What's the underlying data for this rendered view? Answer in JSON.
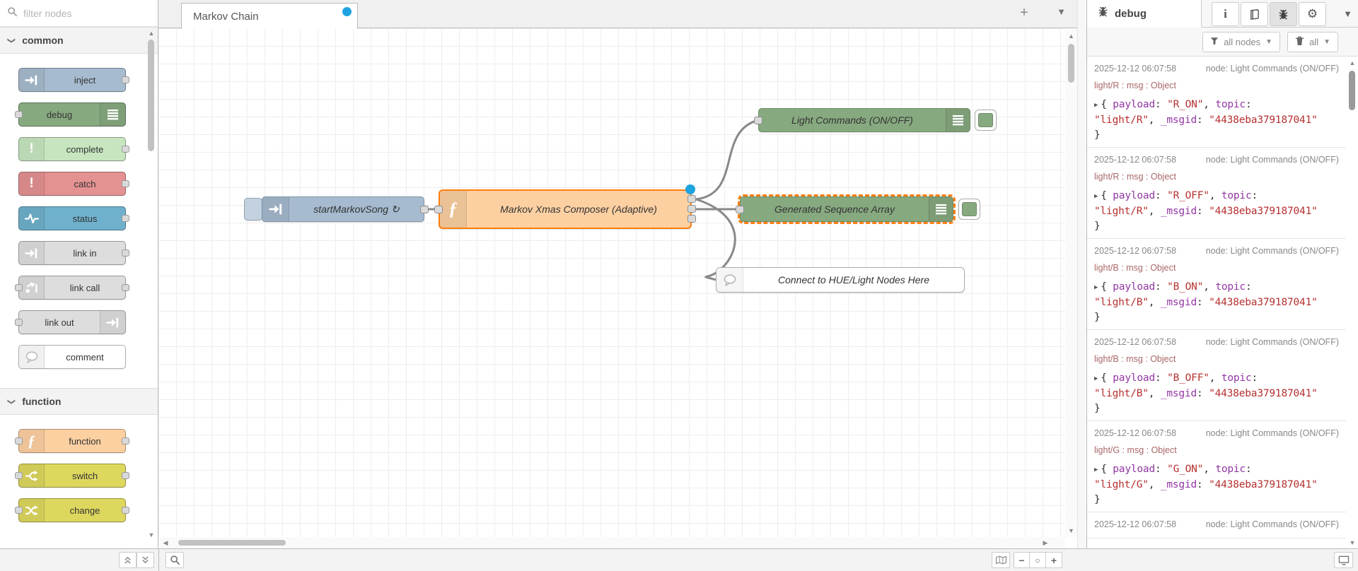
{
  "palette": {
    "search": {
      "placeholder": "filter nodes"
    },
    "categories": [
      {
        "label": "common",
        "items": [
          {
            "label": "inject",
            "color": "#a6bbcf",
            "icon": "arrow-in-icon",
            "icon_side": "left",
            "ports": "right"
          },
          {
            "label": "debug",
            "color": "#87a980",
            "icon": "list-icon",
            "icon_side": "right",
            "ports": "left"
          },
          {
            "label": "complete",
            "color": "#c7e6c0",
            "icon": "exclamation-icon",
            "icon_side": "left",
            "ports": "right"
          },
          {
            "label": "catch",
            "color": "#e49191",
            "icon": "exclamation-icon",
            "icon_side": "left",
            "ports": "right"
          },
          {
            "label": "status",
            "color": "#6fb1cc",
            "icon": "status-icon",
            "icon_side": "left",
            "ports": "right"
          },
          {
            "label": "link in",
            "color": "#dddddd",
            "icon": "link-in-icon",
            "icon_side": "left",
            "ports": "right"
          },
          {
            "label": "link call",
            "color": "#dddddd",
            "icon": "link-call-icon",
            "icon_side": "left",
            "ports": "both"
          },
          {
            "label": "link out",
            "color": "#dddddd",
            "icon": "link-out-icon",
            "icon_side": "right",
            "ports": "left"
          },
          {
            "label": "comment",
            "color": "#ffffff",
            "icon": "comment-icon",
            "icon_side": "left",
            "ports": "none"
          }
        ]
      },
      {
        "label": "function",
        "items": [
          {
            "label": "function",
            "color": "#fdd0a2",
            "icon": "function-icon",
            "icon_side": "left",
            "ports": "both"
          },
          {
            "label": "switch",
            "color": "#ddd75e",
            "icon": "switch-icon",
            "icon_side": "left",
            "ports": "both"
          },
          {
            "label": "change",
            "color": "#ddd75e",
            "icon": "change-icon",
            "icon_side": "left",
            "ports": "both"
          }
        ]
      }
    ]
  },
  "workspace": {
    "tab": {
      "label": "Markov Chain",
      "modified": true
    },
    "add_tab_label": "+",
    "nodes": [
      {
        "label": "startMarkovSong ↻",
        "type": "inject"
      },
      {
        "label": "Markov Xmas Composer (Adaptive)",
        "type": "function",
        "selected": true
      },
      {
        "label": "Light Commands (ON/OFF)",
        "type": "debug"
      },
      {
        "label": "Generated Sequence Array",
        "type": "debug",
        "highlighted": true
      },
      {
        "label": "Connect to HUE/Light Nodes Here",
        "type": "comment"
      }
    ]
  },
  "sidebar": {
    "tab_label": "debug",
    "filter_button": "all nodes",
    "clear_button": "all",
    "messages": [
      {
        "timestamp": "2025-12-12 06:07:58",
        "source": "node: Light Commands (ON/OFF)",
        "topic": "light/R",
        "meta_type": "msg : Object",
        "payload": "R_ON",
        "msgid": "4438eba379187041"
      },
      {
        "timestamp": "2025-12-12 06:07:58",
        "source": "node: Light Commands (ON/OFF)",
        "topic": "light/R",
        "meta_type": "msg : Object",
        "payload": "R_OFF",
        "msgid": "4438eba379187041"
      },
      {
        "timestamp": "2025-12-12 06:07:58",
        "source": "node: Light Commands (ON/OFF)",
        "topic": "light/B",
        "meta_type": "msg : Object",
        "payload": "B_ON",
        "msgid": "4438eba379187041"
      },
      {
        "timestamp": "2025-12-12 06:07:58",
        "source": "node: Light Commands (ON/OFF)",
        "topic": "light/B",
        "meta_type": "msg : Object",
        "payload": "B_OFF",
        "msgid": "4438eba379187041"
      },
      {
        "timestamp": "2025-12-12 06:07:58",
        "source": "node: Light Commands (ON/OFF)",
        "topic": "light/G",
        "meta_type": "msg : Object",
        "payload": "G_ON",
        "msgid": "4438eba379187041"
      },
      {
        "timestamp": "2025-12-12 06:07:58",
        "source": "node: Light Commands (ON/OFF)",
        "partial": true
      }
    ]
  },
  "colors": {
    "selection": "#ff7f0e",
    "modified_dot": "#1fa3e0",
    "wire": "#888888",
    "debug_key": "#9336a4",
    "debug_string": "#b5302f"
  }
}
